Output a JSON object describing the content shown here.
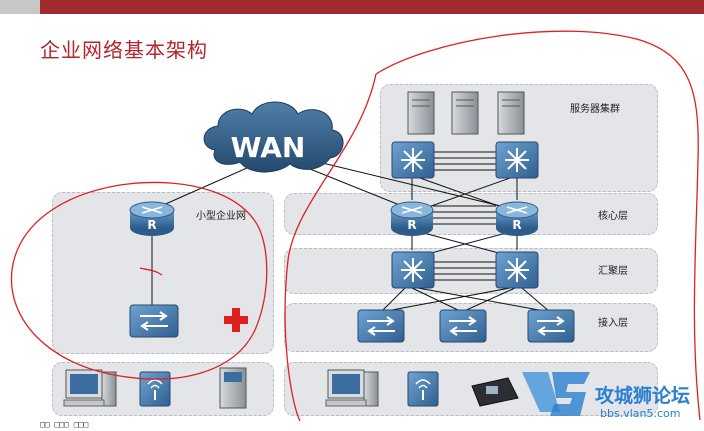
{
  "slide": {
    "title": "企业网络基本架构",
    "footer": "□□ □□□ □□□"
  },
  "labels": {
    "wan": "WAN",
    "small_enterprise": "小型企业网",
    "server_cluster": "服务器集群",
    "core_layer": "核心层",
    "aggregation_layer": "汇聚层",
    "access_layer": "接入层",
    "router_letter": "R"
  },
  "watermark": {
    "brand": "攻城狮论坛",
    "url": "bbs.vlan5.com"
  },
  "colors": {
    "accent": "#b5252b",
    "device_blue": "#3d6f9e",
    "annotation_red": "#e02020"
  }
}
